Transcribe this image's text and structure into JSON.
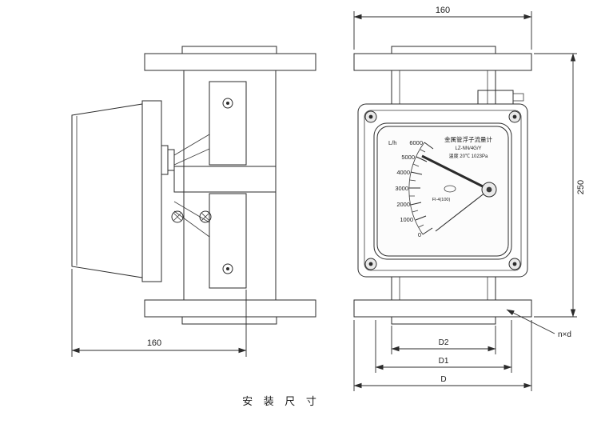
{
  "caption": "安 装 尺 寸",
  "dims": {
    "top_width": "160",
    "overall_height": "250",
    "side_depth": "160",
    "bolt_circle_inner": "D2",
    "bolt_circle": "D1",
    "flange_diameter": "D",
    "bolt_note": "n×d"
  },
  "gauge": {
    "unit": "L/h",
    "scale": [
      "6000",
      "5000",
      "4000",
      "3000",
      "2000",
      "1000",
      "0"
    ],
    "title": "金属管浮子流量计",
    "sub1": "LZ-NN/4G/Y",
    "sub2": "温度 20℃ 1023Pa",
    "model": "FI-4(100)"
  }
}
